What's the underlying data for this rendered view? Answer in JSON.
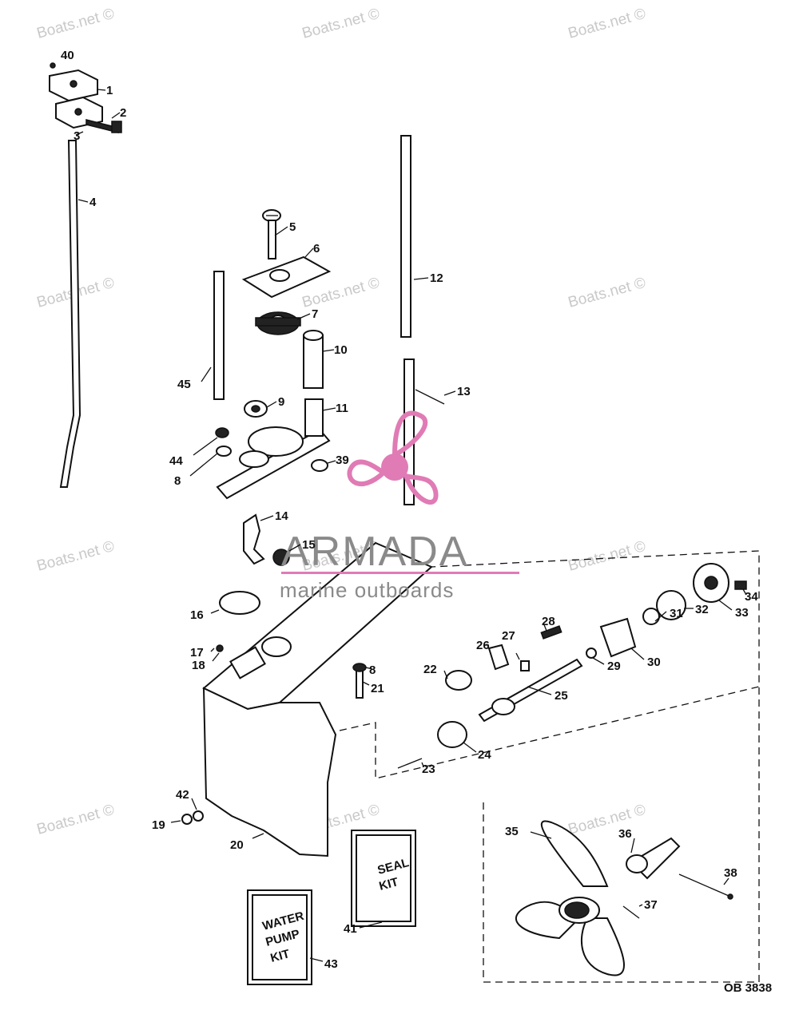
{
  "watermark": {
    "text": "Boats.net ©"
  },
  "brand": {
    "name": "ARMADA",
    "tagline": "marine outboards",
    "color": "#e07bb5",
    "text_color": "#8a8a8a"
  },
  "part_labels": [
    "1",
    "2",
    "3",
    "4",
    "5",
    "6",
    "7",
    "8",
    "9",
    "10",
    "11",
    "12",
    "13",
    "14",
    "15",
    "16",
    "17",
    "18",
    "19",
    "20",
    "21",
    "22",
    "23",
    "24",
    "25",
    "26",
    "27",
    "28",
    "29",
    "30",
    "31",
    "32",
    "33",
    "34",
    "35",
    "36",
    "37",
    "38",
    "39",
    "40",
    "41",
    "42",
    "43",
    "44",
    "45"
  ],
  "duplicate_label": "8",
  "kits": {
    "seal": [
      "SEAL",
      "KIT"
    ],
    "water_pump": [
      "WATER",
      "PUMP",
      "KIT"
    ]
  },
  "diagram_id": "OB 3838"
}
